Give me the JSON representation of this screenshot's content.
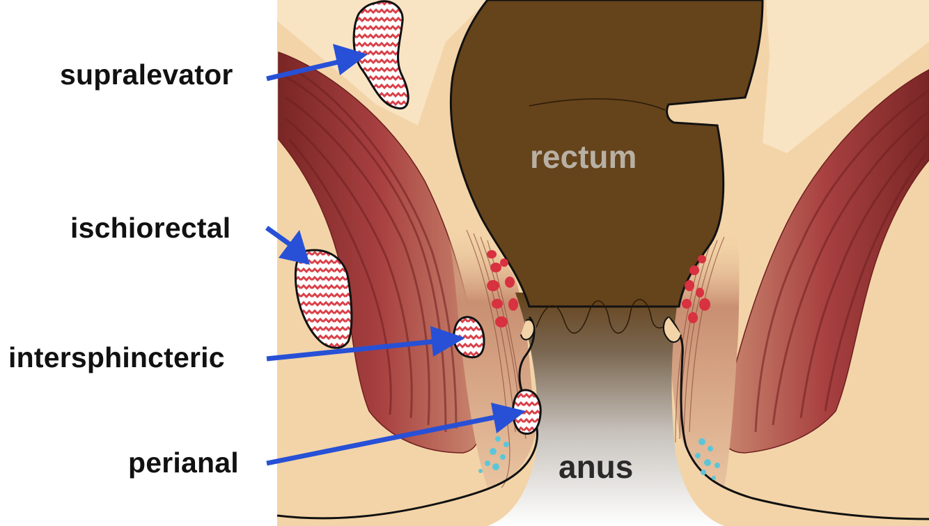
{
  "labels": {
    "supralevator": "supralevator",
    "ischiorectal": "ischiorectal",
    "intersphincteric": "intersphincteric",
    "perianal": "perianal"
  },
  "organs": {
    "rectum": "rectum",
    "anus": "anus"
  },
  "colors": {
    "skin": "#f3d4a8",
    "skin_light": "#f8e3c3",
    "rectum": "#65431b",
    "muscle": "#9a3434",
    "muscle_dark": "#6e1f1f",
    "abscess_red": "#d94048",
    "arrow": "#2750d6",
    "gland_red": "#d8313f",
    "gland_cyan": "#5cc6d8",
    "rectum_label": "#b9b0a4",
    "anus_label": "#2a2a2a"
  }
}
